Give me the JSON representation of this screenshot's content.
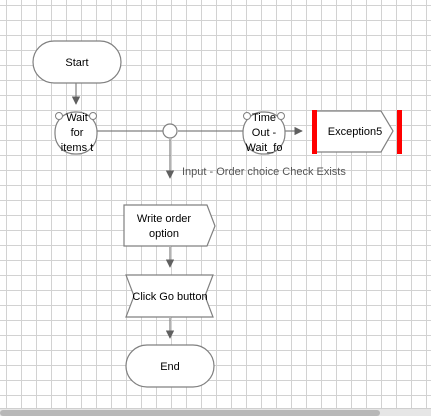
{
  "diagram": {
    "nodes": {
      "start": {
        "label": "Start"
      },
      "wait_items": {
        "lines": [
          "Wait",
          "for",
          "items t"
        ]
      },
      "timeout": {
        "lines": [
          "Time",
          "Out -",
          "Wait_fo"
        ]
      },
      "exception": {
        "label": "Exception5",
        "accent_color": "#ff0000"
      },
      "write_order": {
        "lines": [
          "Write order",
          "option"
        ]
      },
      "click_go": {
        "label": "Click Go button"
      },
      "end": {
        "label": "End"
      }
    },
    "edges": {
      "input_order_choice": {
        "label": "Input - Order choice Check Exists"
      }
    }
  },
  "colors": {
    "node_fill": "#ffffff",
    "node_stroke": "#808080",
    "connector": "#808080",
    "arrowhead": "#606060",
    "grid": "#d2d2d2",
    "exception_bar": "#ff0000"
  }
}
